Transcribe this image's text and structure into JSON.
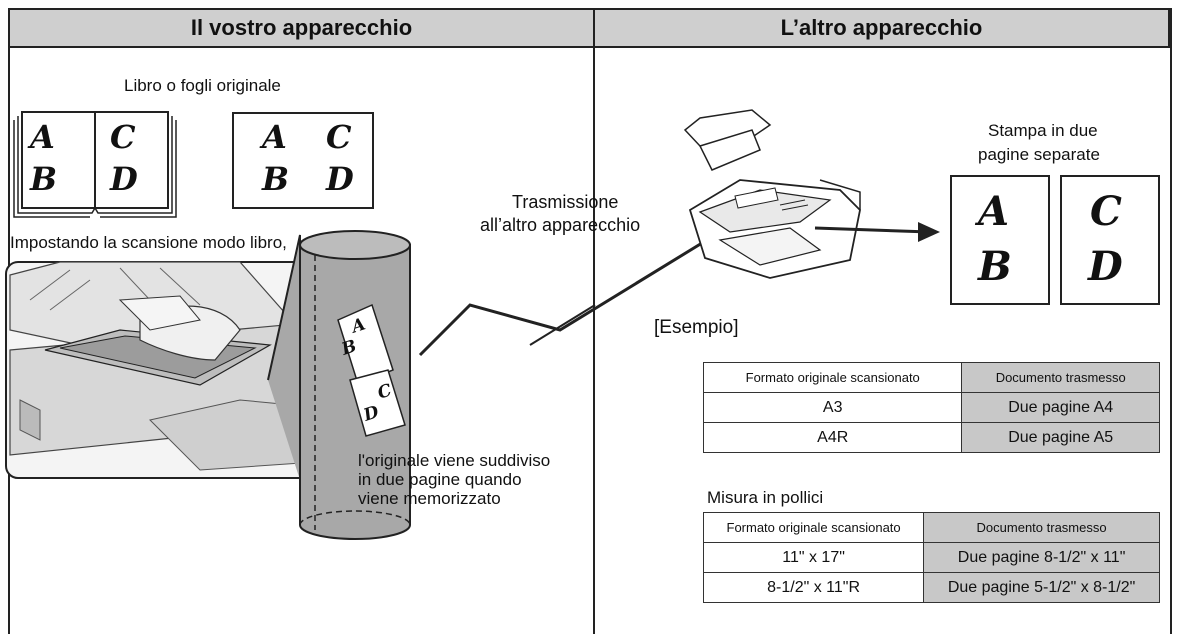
{
  "headers": {
    "left": "Il vostro apparecchio",
    "right": "L’altro apparecchio"
  },
  "left_panel": {
    "original_label": "Libro o fogli originale",
    "book_letters": [
      "A",
      "C",
      "B",
      "D"
    ],
    "sheet_letters": [
      "A",
      "C",
      "B",
      "D"
    ],
    "scan_caption": "Impostando la scansione modo libro,",
    "split_caption_1": "l'originale viene suddiviso",
    "split_caption_2": "in due pagine quando",
    "split_caption_3": "viene memorizzato"
  },
  "transmission": {
    "line1": "Trasmissione",
    "line2": "all’altro apparecchio"
  },
  "right_panel": {
    "print_line1": "Stampa in due",
    "print_line2": "pagine separate",
    "page1_letters": [
      "A",
      "B"
    ],
    "page2_letters": [
      "C",
      "D"
    ],
    "example_label": "[Esempio]",
    "table1": {
      "headers": [
        "Formato originale scansionato",
        "Documento trasmesso"
      ],
      "rows": [
        [
          "A3",
          "Due pagine A4"
        ],
        [
          "A4R",
          "Due pagine A5"
        ]
      ]
    },
    "inch_label": "Misura in pollici",
    "table2": {
      "headers": [
        "Formato originale scansionato",
        "Documento trasmesso"
      ],
      "rows": [
        [
          "11\" x 17\"",
          "Due pagine 8-1/2\" x 11\""
        ],
        [
          "8-1/2\" x 11\"R",
          "Due pagine 5-1/2\" x 8-1/2\""
        ]
      ]
    }
  },
  "colors": {
    "header_bg": "#cfcfcf",
    "cylinder_gray": "#a8a8a8",
    "table_gray": "#c8c8c8",
    "line": "#222222"
  }
}
